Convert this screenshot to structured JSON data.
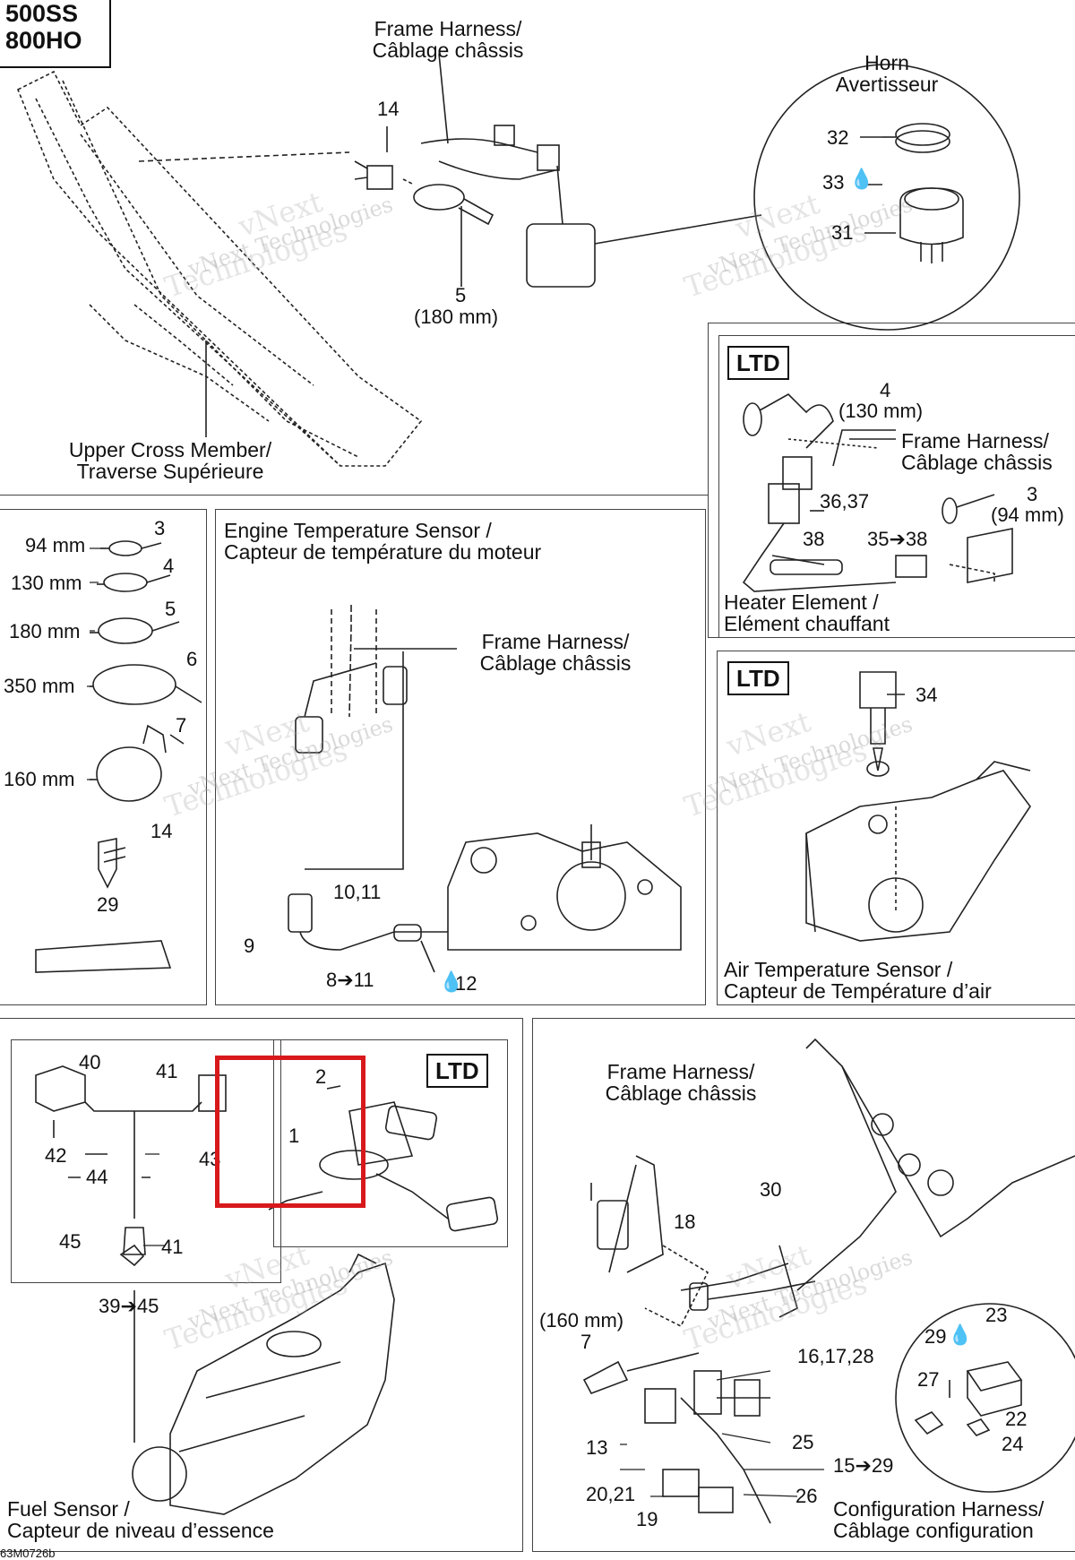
{
  "title_box": {
    "line1": "500SS",
    "line2": "800HO"
  },
  "footer_code": "63M0726b",
  "watermark": {
    "line1": "vNext Technologies",
    "line2": "vNext",
    "line3": "Technologies"
  },
  "panel_top": {
    "frame_harness": {
      "l1": "Frame Harness/",
      "l2": "Câblage châssis"
    },
    "horn": {
      "l1": "Horn",
      "l2": "Avertisseur"
    },
    "upper_cross": {
      "l1": "Upper Cross Member/",
      "l2": "Traverse Supérieure"
    },
    "p14": "14",
    "p5": "5",
    "p5_len": "(180 mm)",
    "p32": "32",
    "p33": "33",
    "p31": "31"
  },
  "panel_ltd_heater": {
    "badge": "LTD",
    "p4": "4",
    "p4_len": "(130 mm)",
    "frame_harness": {
      "l1": "Frame Harness/",
      "l2": "Câblage châssis"
    },
    "p3637": "36,37",
    "p3": "3",
    "p3_len": "(94 mm)",
    "p38": "38",
    "p3538": "35➔38",
    "caption": {
      "l1": "Heater Element /",
      "l2": "Elément chauffant"
    }
  },
  "panel_ties": {
    "items": [
      {
        "len": "94 mm",
        "num": "3"
      },
      {
        "len": "130 mm",
        "num": "4"
      },
      {
        "len": "180 mm",
        "num": "5"
      },
      {
        "len": "350 mm",
        "num": "6"
      },
      {
        "len": "160 mm",
        "num": "7"
      }
    ],
    "p14": "14",
    "p29": "29"
  },
  "panel_engine_temp": {
    "caption": {
      "l1": "Engine Temperature Sensor /",
      "l2": "Capteur de température du moteur"
    },
    "frame_harness": {
      "l1": "Frame Harness/",
      "l2": "Câblage châssis"
    },
    "p1011": "10,11",
    "p9": "9",
    "p811": "8➔11",
    "p12": "12"
  },
  "panel_air_temp": {
    "badge": "LTD",
    "p34": "34",
    "caption": {
      "l1": "Air Temperature Sensor /",
      "l2": "Capteur de Température d’air"
    }
  },
  "panel_fuel": {
    "badge": "LTD",
    "p40": "40",
    "p41a": "41",
    "p42": "42",
    "p43": "43",
    "p44": "44",
    "p45": "45",
    "p41b": "41",
    "p2": "2",
    "p1": "1",
    "p3945": "39➔45",
    "caption": {
      "l1": "Fuel Sensor /",
      "l2": "Capteur de niveau d’essence"
    }
  },
  "panel_config": {
    "frame_harness": {
      "l1": "Frame Harness/",
      "l2": "Câblage châssis"
    },
    "p30": "30",
    "p18": "18",
    "p7_len": "(160 mm)",
    "p7": "7",
    "p161728": "16,17,28",
    "p13": "13",
    "p25": "25",
    "p1529": "15➔29",
    "p2021": "20,21",
    "p19": "19",
    "p26": "26",
    "p23": "23",
    "p29": "29",
    "p27": "27",
    "p22": "22",
    "p24": "24",
    "caption": {
      "l1": "Configuration Harness/",
      "l2": "Câblage configuration"
    }
  },
  "colors": {
    "highlight": "#d8191c",
    "line": "#222222"
  }
}
